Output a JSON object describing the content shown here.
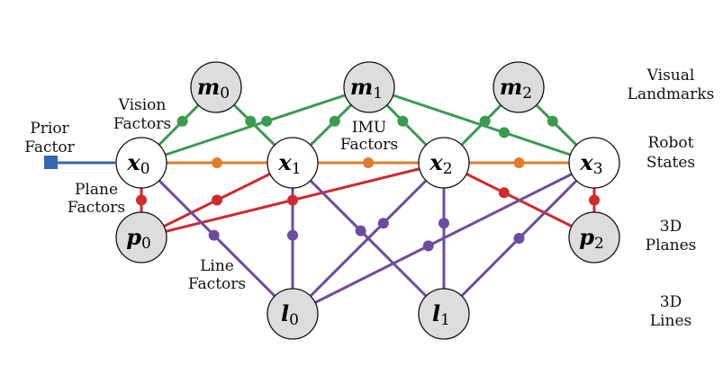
{
  "colors": {
    "vision": "#3a9a50",
    "imu": "#de7d2c",
    "plane": "#cf2a2e",
    "line": "#6b4c9f",
    "prior": "#3566ae",
    "state_fill": "#ffffff",
    "landmark_fill": "#dddddd",
    "outline": "#111111"
  },
  "nodes": {
    "m0": {
      "base": "m",
      "sub": "0"
    },
    "m1": {
      "base": "m",
      "sub": "1"
    },
    "m2": {
      "base": "m",
      "sub": "2"
    },
    "x0": {
      "base": "x",
      "sub": "0"
    },
    "x1": {
      "base": "x",
      "sub": "1"
    },
    "x2": {
      "base": "x",
      "sub": "2"
    },
    "x3": {
      "base": "x",
      "sub": "3"
    },
    "p0": {
      "base": "p",
      "sub": "0"
    },
    "p2": {
      "base": "p",
      "sub": "2"
    },
    "l0": {
      "base": "l",
      "sub": "0"
    },
    "l1": {
      "base": "l",
      "sub": "1"
    }
  },
  "labels": {
    "prior_factor": [
      "Prior",
      "Factor"
    ],
    "vision_factors": [
      "Vision",
      "Factors"
    ],
    "imu_factors": [
      "IMU",
      "Factors"
    ],
    "plane_factors": [
      "Plane",
      "Factors"
    ],
    "line_factors": [
      "Line",
      "Factors"
    ]
  },
  "legend": {
    "visual_landmarks": [
      "Visual",
      "Landmarks"
    ],
    "robot_states": [
      "Robot",
      "States"
    ],
    "planes_3d": [
      "3D",
      "Planes"
    ],
    "lines_3d": [
      "3D",
      "Lines"
    ]
  }
}
